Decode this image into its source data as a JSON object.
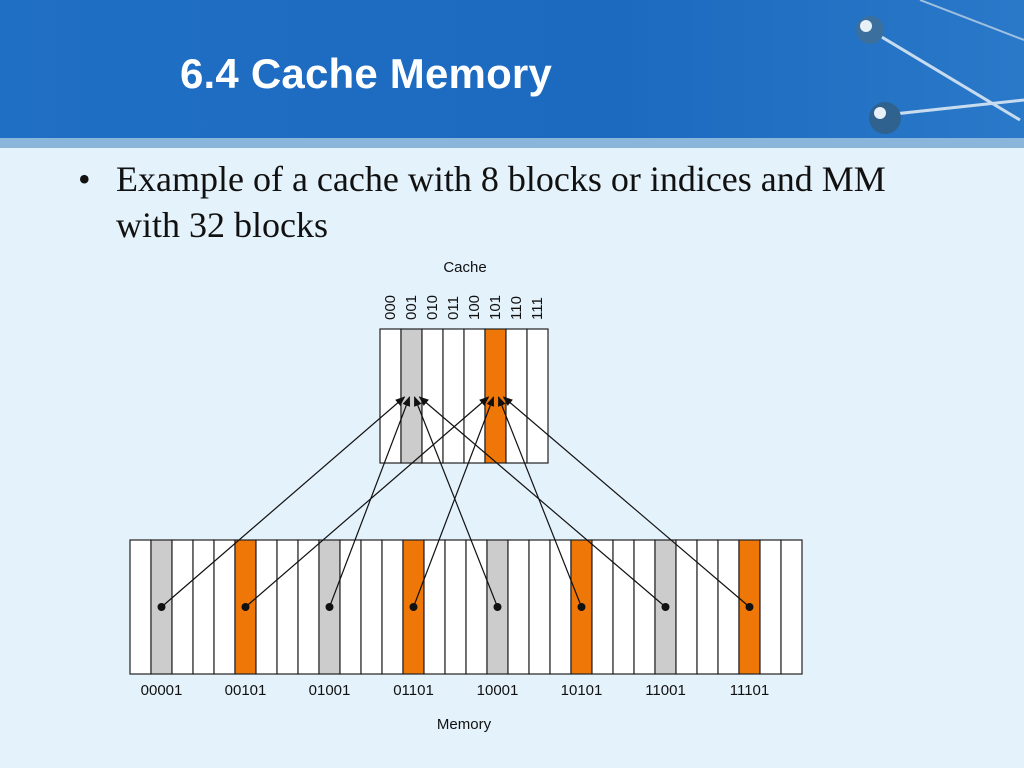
{
  "slide": {
    "title": "6.4 Cache Memory",
    "bullet": "Example of a cache with 8 blocks or indices and MM with 32 blocks"
  },
  "diagram": {
    "cache_label": "Cache",
    "memory_label": "Memory",
    "cache_indices": [
      "000",
      "001",
      "010",
      "011",
      "100",
      "101",
      "110",
      "111"
    ],
    "cache_highlight": {
      "001": "gray",
      "101": "orange"
    },
    "memory_block_count": 32,
    "memory_address_labels": [
      "00001",
      "00101",
      "01001",
      "01101",
      "10001",
      "10101",
      "11001",
      "11101"
    ],
    "mappings": [
      {
        "from": "00001",
        "to": "001"
      },
      {
        "from": "00101",
        "to": "101"
      },
      {
        "from": "01001",
        "to": "001"
      },
      {
        "from": "01101",
        "to": "101"
      },
      {
        "from": "10001",
        "to": "001"
      },
      {
        "from": "10101",
        "to": "101"
      },
      {
        "from": "11001",
        "to": "001"
      },
      {
        "from": "11101",
        "to": "101"
      }
    ],
    "colors": {
      "gray": "#cccccc",
      "orange": "#ee7708",
      "outline": "#222222"
    }
  }
}
